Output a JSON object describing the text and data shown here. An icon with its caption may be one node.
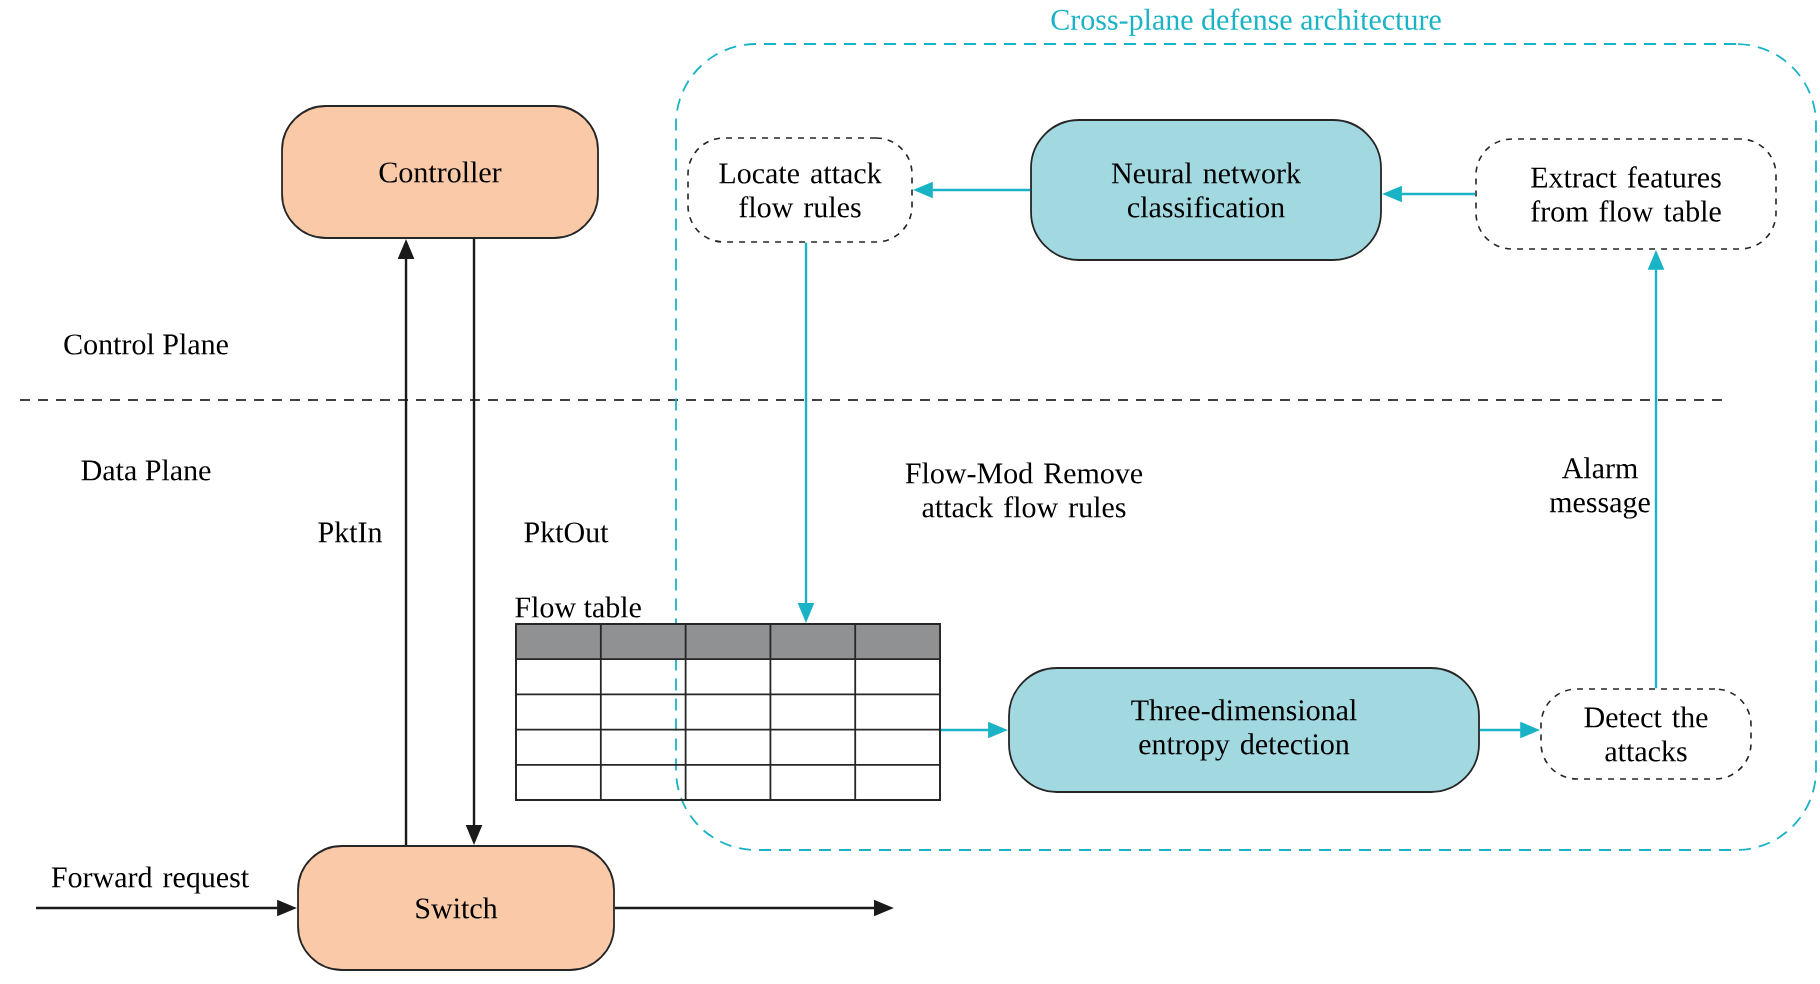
{
  "diagram": {
    "nodes": [
      {
        "text": [
          "Cross-plane defense architecture"
        ]
      },
      {
        "text": [
          "Controller"
        ]
      },
      {
        "text": [
          "Locate attack flow rules"
        ],
        "in": 0
      },
      {
        "text": [
          "Neural network classification"
        ],
        "in": 0
      },
      {
        "text": [
          "Extract features from flow table"
        ],
        "in": 0
      },
      {
        "text": [
          "Flow table"
        ]
      },
      {
        "text": [
          "Three-dimensional entropy detection"
        ],
        "in": 0
      },
      {
        "text": [
          "Detect the attacks"
        ],
        "in": 0
      },
      {
        "text": [
          "Switch"
        ]
      }
    ],
    "edges": [
      {
        "from": 1,
        "to": 8,
        "arrow": "to",
        "label": "PktOut",
        "color": "#1a1a1a"
      },
      {
        "from": 8,
        "to": 1,
        "arrow": "to",
        "label": "PktIn",
        "color": "#1a1a1a"
      },
      {
        "from": 4,
        "to": 3,
        "arrow": "to"
      },
      {
        "from": 3,
        "to": 2,
        "arrow": "to"
      },
      {
        "from": 2,
        "to": 5,
        "arrow": "to",
        "label": "Flow-Mod Remove attack flow rules"
      },
      {
        "from": 5,
        "to": 6,
        "arrow": "to"
      },
      {
        "from": 6,
        "to": 7,
        "arrow": "to"
      },
      {
        "from": 7,
        "to": 4,
        "arrow": "to",
        "label": "Alarm message"
      },
      {
        "from": null,
        "to": 8,
        "arrow": "to",
        "label": "Forward request",
        "color": "#1a1a1a"
      },
      {
        "from": 8,
        "to": null,
        "arrow": "to",
        "color": "#1a1a1a"
      }
    ],
    "labels": [
      "Control Plane",
      "Data Plane"
    ]
  }
}
